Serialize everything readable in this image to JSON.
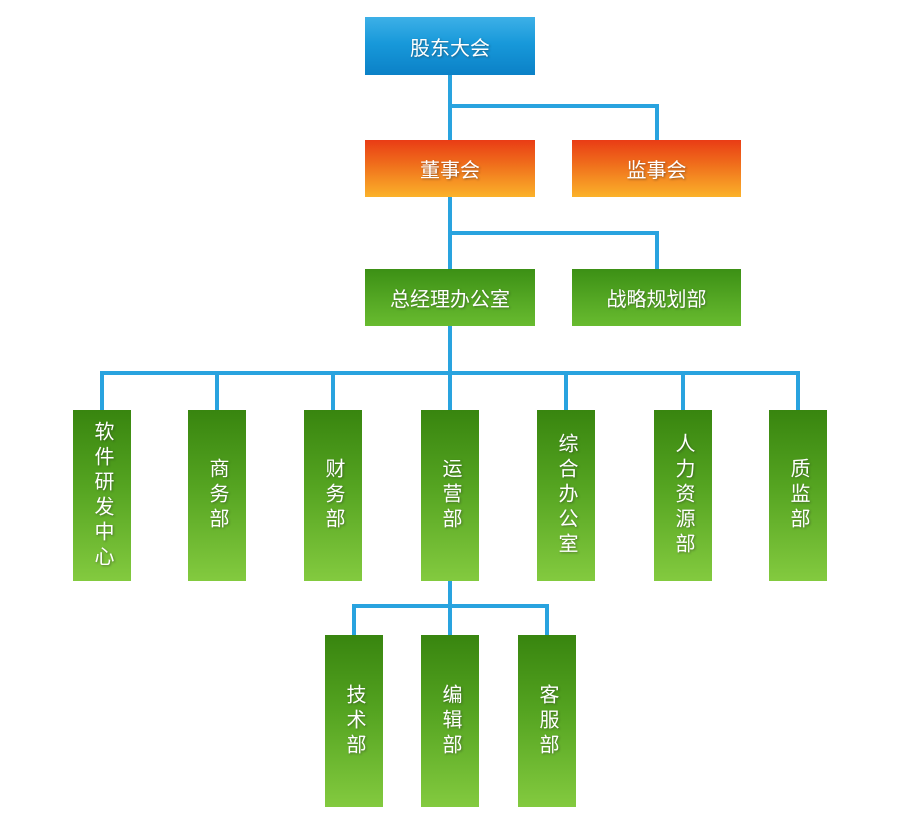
{
  "diagram": {
    "type": "org-chart",
    "nodes": {
      "root": "股东大会",
      "level2": [
        "董事会",
        "监事会"
      ],
      "level3": [
        "总经理办公室",
        "战略规划部"
      ],
      "level4": [
        "软件研发中心",
        "商务部",
        "财务部",
        "运营部",
        "综合办公室",
        "人力资源部",
        "质监部"
      ],
      "level5": [
        "技术部",
        "编辑部",
        "客服部"
      ]
    },
    "edges": [
      {
        "from": "股东大会",
        "to": [
          "董事会",
          "监事会"
        ]
      },
      {
        "from": "董事会",
        "to": [
          "总经理办公室",
          "战略规划部"
        ]
      },
      {
        "from": "总经理办公室",
        "to": [
          "软件研发中心",
          "商务部",
          "财务部",
          "运营部",
          "综合办公室",
          "人力资源部",
          "质监部"
        ]
      },
      {
        "from": "运营部",
        "to": [
          "技术部",
          "编辑部",
          "客服部"
        ]
      }
    ],
    "colors": {
      "root_box_top": "#3db0e7",
      "root_box_bottom": "#0b81c7",
      "level2_box_top": "#e93c15",
      "level2_box_bottom": "#fbb22a",
      "green_box_top": "#38850f",
      "green_box_bottom": "#83ca3f",
      "connector": "#29a3df",
      "text": "#ffffff",
      "background": "#ffffff"
    }
  }
}
